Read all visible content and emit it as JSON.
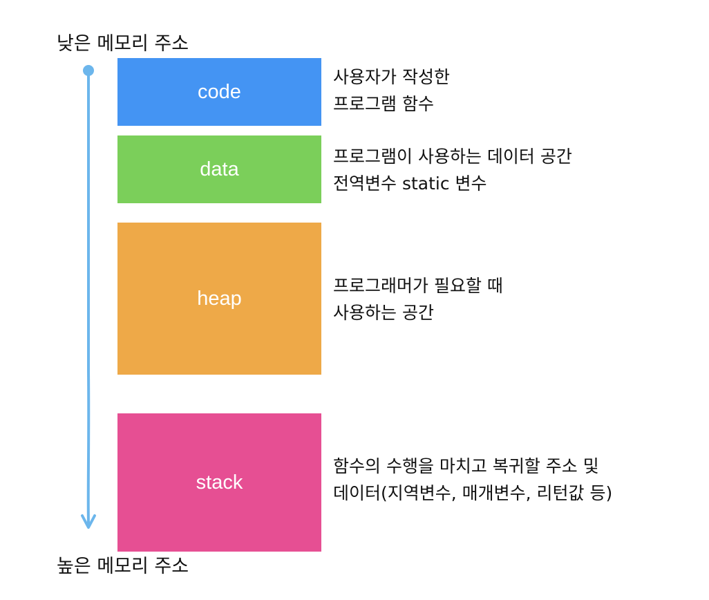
{
  "labels": {
    "low_address": "낮은 메모리 주소",
    "high_address": "높은 메모리 주소"
  },
  "colors": {
    "arrow": "#6cb6ec",
    "code": "#4494f3",
    "data": "#7bcf5a",
    "heap": "#eea948",
    "stack": "#e64f93"
  },
  "segments": [
    {
      "name": "code",
      "description": [
        "사용자가 작성한",
        "프로그램 함수"
      ]
    },
    {
      "name": "data",
      "description": [
        "프로그램이 사용하는 데이터 공간",
        "전역변수 static 변수"
      ]
    },
    {
      "name": "heap",
      "description": [
        "프로그래머가 필요할 때",
        "사용하는 공간"
      ]
    },
    {
      "name": "stack",
      "description": [
        "함수의 수행을 마치고 복귀할 주소 및",
        "데이터(지역변수, 매개변수, 리턴값 등)"
      ]
    }
  ]
}
